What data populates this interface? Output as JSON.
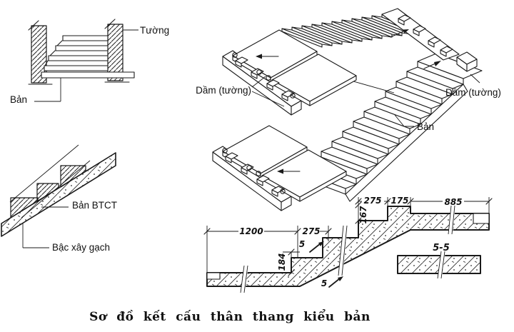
{
  "page": {
    "background": "#ffffff",
    "ink": "#1a1a1a"
  },
  "caption": "Sơ đồ kết cấu thân thang kiểu bản",
  "wall_section_figure": {
    "wall_label": "Tường",
    "slab_label": "Bản"
  },
  "incline_detail_figure": {
    "slab_label": "Bản BTCT",
    "brick_steps_label": "Bậc xây gạch"
  },
  "axonometric_figure": {
    "left_beam_label": "Dầm (tường)",
    "right_beam_label": "Dầm (tường)",
    "slab_label": "Bản"
  },
  "section_figure": {
    "dim_1200": "1200",
    "dim_275_lower": "275",
    "dim_184": "184",
    "dim_275_upper": "275",
    "dim_175": "175",
    "dim_885": "885",
    "dim_167": "167",
    "cut_mark_upper": "5",
    "cut_mark_lower": "5",
    "detail_title": "5-5"
  }
}
